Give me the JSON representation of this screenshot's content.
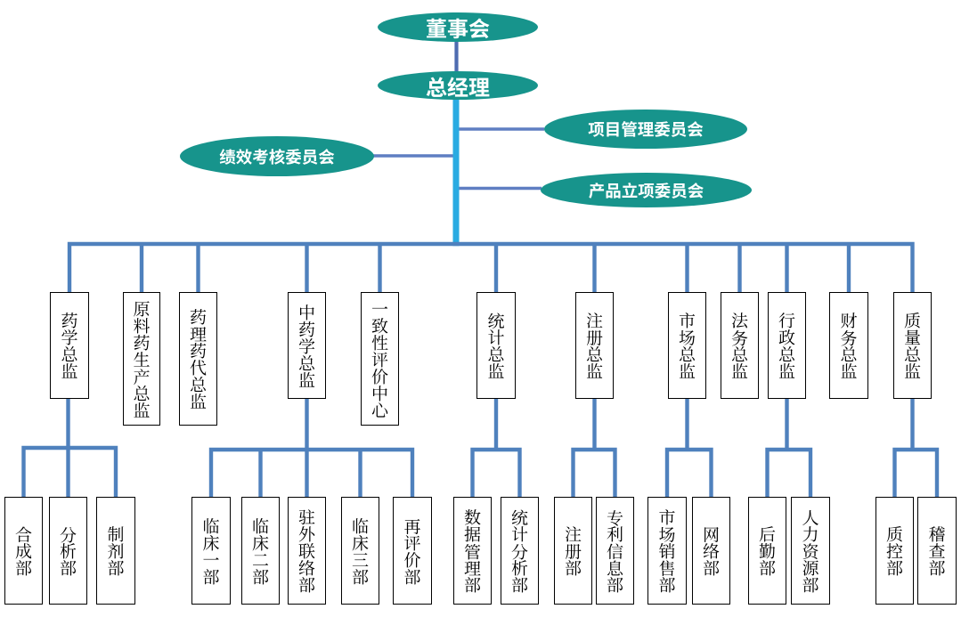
{
  "colors": {
    "background": "#ffffff",
    "teal": "#17948c",
    "ellipse_text": "#ffffff",
    "connector": "#4e6cb0",
    "branch": "#5f7ec2",
    "trunk": "#29abe2",
    "tree": "#4f81bd",
    "box_border": "#000000",
    "box_text": "#000000"
  },
  "org": {
    "board": "董事会",
    "general_manager": "总经理",
    "committees": {
      "project_management": "项目管理委员会",
      "performance_appraisal": "绩效考核委员会",
      "product_initiation": "产品立项委员会"
    },
    "directors": [
      "药学总监",
      "原料药生产总监",
      "药理药代总监",
      "中药学总监",
      "一致性评价中心",
      "统计总监",
      "注册总监",
      "市场总监",
      "法务总监",
      "行政总监",
      "财务总监",
      "质量总监"
    ],
    "groups": [
      {
        "parent": "药学总监",
        "children": [
          "合成部",
          "分析部",
          "制剂部"
        ]
      },
      {
        "parent": "中药学总监",
        "children": [
          "临床一部",
          "临床二部",
          "驻外联络部",
          "临床三部",
          "再评价部"
        ]
      },
      {
        "parent": "统计总监",
        "children": [
          "数据管理部",
          "统计分析部"
        ]
      },
      {
        "parent": "注册总监",
        "children": [
          "注册部",
          "专利信息部"
        ]
      },
      {
        "parent": "市场总监",
        "children": [
          "市场销售部",
          "网络部"
        ]
      },
      {
        "parent": "行政总监",
        "children": [
          "后勤部",
          "人力资源部"
        ]
      },
      {
        "parent": "质量总监",
        "children": [
          "质控部",
          "稽查部"
        ]
      }
    ]
  }
}
